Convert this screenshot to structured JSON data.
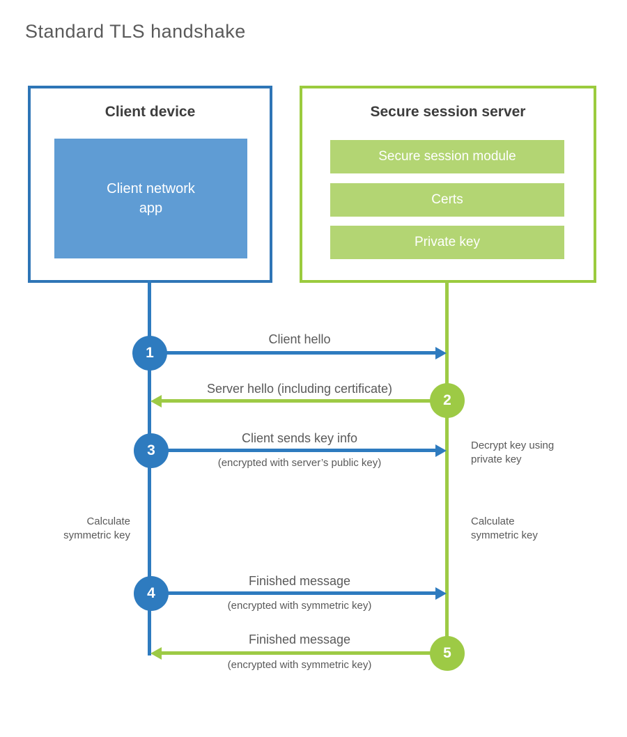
{
  "title": "Standard TLS handshake",
  "client_box": {
    "title": "Client device",
    "app_label": "Client network\napp"
  },
  "server_box": {
    "title": "Secure session server",
    "modules": [
      "Secure session module",
      "Certs",
      "Private key"
    ]
  },
  "steps": [
    {
      "number": "1",
      "color": "blue",
      "direction": "right",
      "label": "Client hello",
      "sublabel": ""
    },
    {
      "number": "2",
      "color": "green",
      "direction": "left",
      "label": "Server hello (including certificate)",
      "sublabel": ""
    },
    {
      "number": "3",
      "color": "blue",
      "direction": "right",
      "label": "Client sends key info",
      "sublabel": "(encrypted with server’s public key)"
    },
    {
      "number": "4",
      "color": "blue",
      "direction": "right",
      "label": "Finished message",
      "sublabel": "(encrypted with symmetric key)"
    },
    {
      "number": "5",
      "color": "green",
      "direction": "left",
      "label": "Finished message",
      "sublabel": "(encrypted with symmetric key)"
    }
  ],
  "annotations": {
    "decrypt": "Decrypt key using\nprivate key",
    "calc_left": "Calculate\nsymmetric key",
    "calc_right": "Calculate\nsymmetric key"
  },
  "colors": {
    "client_blue": "#2e75b6",
    "client_fill_blue": "#5f9cd4",
    "line_blue": "#2e7bbf",
    "server_green": "#9bcb3e",
    "server_fill_green": "#b3d573",
    "line_green": "#9dca45",
    "heading_text": "#3d3d3d",
    "label_text": "#595959"
  }
}
